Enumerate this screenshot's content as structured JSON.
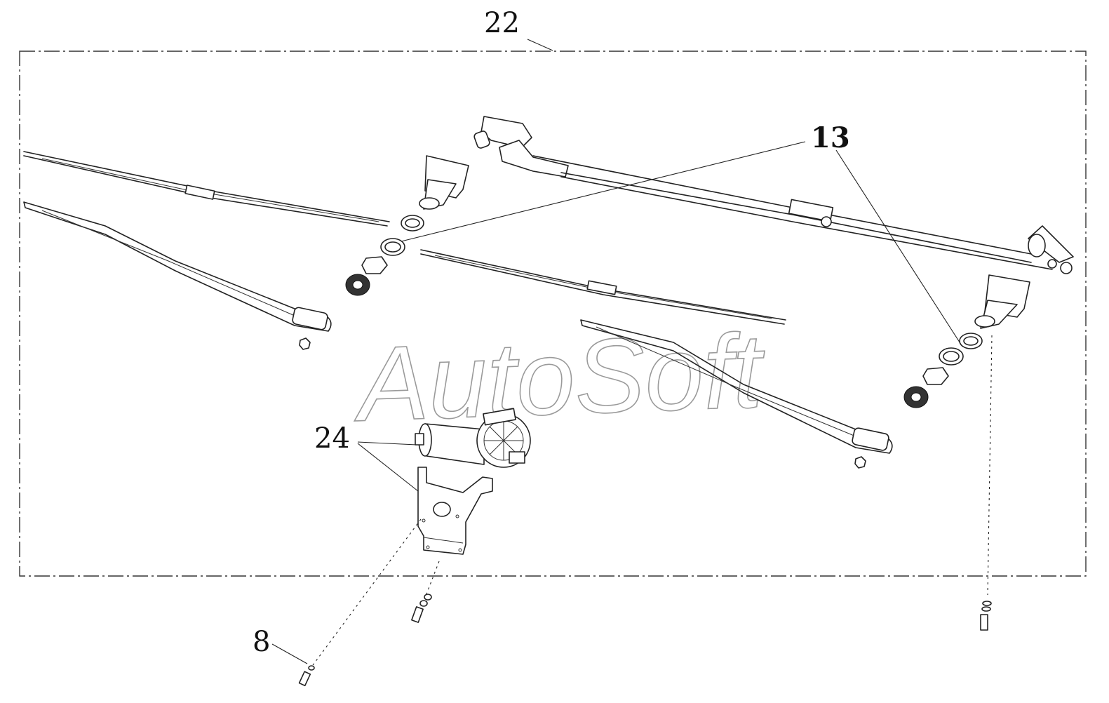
{
  "diagram": {
    "callouts": {
      "assembly": "22",
      "bushing_set": "13",
      "motor_bracket": "24",
      "bolt": "8"
    },
    "watermark": "AutoSoft"
  }
}
